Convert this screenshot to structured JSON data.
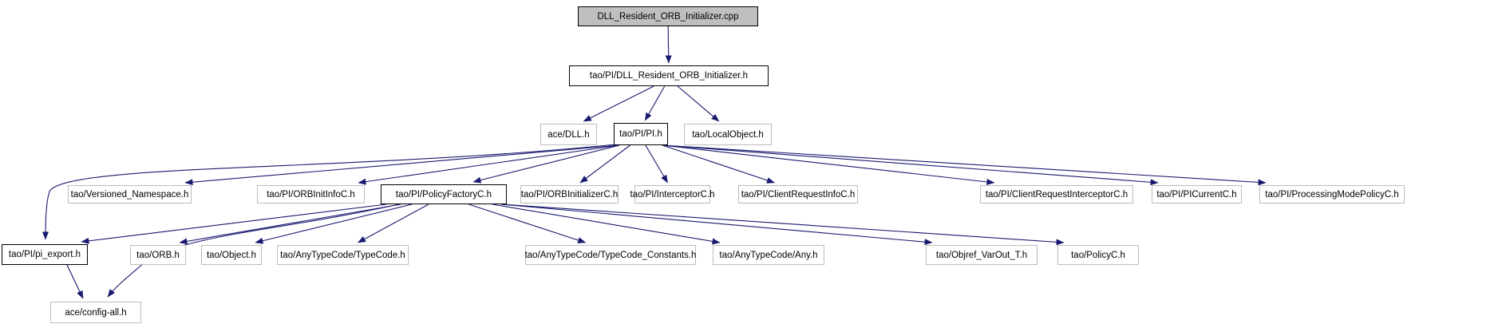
{
  "diagram": {
    "kind": "include-dependency-graph",
    "root_file": "DLL_Resident_ORB_Initializer.cpp",
    "colors": {
      "edge": "#191970",
      "root_fill": "#bfbfbf",
      "node_fill": "#ffffff",
      "linked_border": "#000000",
      "plain_border": "#bcbcbc"
    },
    "nodes": [
      {
        "id": "cpp",
        "label": "DLL_Resident_ORB_Initializer.cpp",
        "style": "root"
      },
      {
        "id": "h",
        "label": "tao/PI/DLL_Resident_ORB_Initializer.h",
        "style": "linked"
      },
      {
        "id": "dll",
        "label": "ace/DLL.h",
        "style": "plain"
      },
      {
        "id": "pi",
        "label": "tao/PI/PI.h",
        "style": "linked"
      },
      {
        "id": "localobject",
        "label": "tao/LocalObject.h",
        "style": "plain"
      },
      {
        "id": "versioned",
        "label": "tao/Versioned_Namespace.h",
        "style": "plain"
      },
      {
        "id": "orbinitinfo",
        "label": "tao/PI/ORBInitInfoC.h",
        "style": "plain"
      },
      {
        "id": "policyfactory",
        "label": "tao/PI/PolicyFactoryC.h",
        "style": "linked"
      },
      {
        "id": "orbinitializer",
        "label": "tao/PI/ORBInitializerC.h",
        "style": "plain"
      },
      {
        "id": "interceptor",
        "label": "tao/PI/InterceptorC.h",
        "style": "plain"
      },
      {
        "id": "clientreqinfo",
        "label": "tao/PI/ClientRequestInfoC.h",
        "style": "plain"
      },
      {
        "id": "clientreqint",
        "label": "tao/PI/ClientRequestInterceptorC.h",
        "style": "plain"
      },
      {
        "id": "picurrent",
        "label": "tao/PI/PICurrentC.h",
        "style": "plain"
      },
      {
        "id": "processingmode",
        "label": "tao/PI/ProcessingModePolicyC.h",
        "style": "plain"
      },
      {
        "id": "piexport",
        "label": "tao/PI/pi_export.h",
        "style": "linked"
      },
      {
        "id": "orb",
        "label": "tao/ORB.h",
        "style": "plain"
      },
      {
        "id": "object",
        "label": "tao/Object.h",
        "style": "plain"
      },
      {
        "id": "typecode",
        "label": "tao/AnyTypeCode/TypeCode.h",
        "style": "plain"
      },
      {
        "id": "typecodeconst",
        "label": "tao/AnyTypeCode/TypeCode_Constants.h",
        "style": "plain"
      },
      {
        "id": "any",
        "label": "tao/AnyTypeCode/Any.h",
        "style": "plain"
      },
      {
        "id": "objref",
        "label": "tao/Objref_VarOut_T.h",
        "style": "plain"
      },
      {
        "id": "policyc",
        "label": "tao/PolicyC.h",
        "style": "plain"
      },
      {
        "id": "configall",
        "label": "ace/config-all.h",
        "style": "plain"
      }
    ],
    "edges": [
      {
        "from": "cpp",
        "to": "h"
      },
      {
        "from": "h",
        "to": "dll"
      },
      {
        "from": "h",
        "to": "pi"
      },
      {
        "from": "h",
        "to": "localobject"
      },
      {
        "from": "pi",
        "to": "versioned"
      },
      {
        "from": "pi",
        "to": "orbinitinfo"
      },
      {
        "from": "pi",
        "to": "policyfactory"
      },
      {
        "from": "pi",
        "to": "orbinitializer"
      },
      {
        "from": "pi",
        "to": "interceptor"
      },
      {
        "from": "pi",
        "to": "clientreqinfo"
      },
      {
        "from": "pi",
        "to": "clientreqint"
      },
      {
        "from": "pi",
        "to": "picurrent"
      },
      {
        "from": "pi",
        "to": "processingmode"
      },
      {
        "from": "pi",
        "to": "piexport"
      },
      {
        "from": "policyfactory",
        "to": "piexport"
      },
      {
        "from": "policyfactory",
        "to": "orb"
      },
      {
        "from": "policyfactory",
        "to": "object"
      },
      {
        "from": "policyfactory",
        "to": "typecode"
      },
      {
        "from": "policyfactory",
        "to": "typecodeconst"
      },
      {
        "from": "policyfactory",
        "to": "any"
      },
      {
        "from": "policyfactory",
        "to": "objref"
      },
      {
        "from": "policyfactory",
        "to": "policyc"
      },
      {
        "from": "policyfactory",
        "to": "configall"
      },
      {
        "from": "piexport",
        "to": "configall"
      }
    ]
  }
}
